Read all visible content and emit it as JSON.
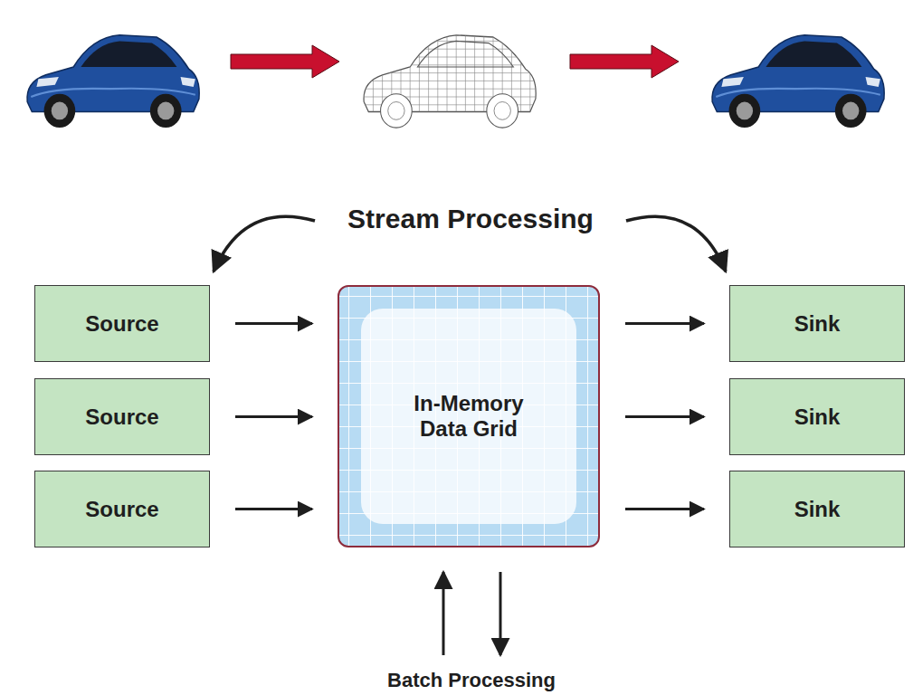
{
  "diagram": {
    "nodes": [
      {
        "text": [
          "Source"
        ]
      },
      {
        "text": [
          "Source"
        ]
      },
      {
        "text": [
          "Source"
        ]
      },
      {
        "text": [
          "In-Memory Data Grid"
        ]
      },
      {
        "text": [
          "Sink"
        ]
      },
      {
        "text": [
          "Sink"
        ]
      },
      {
        "text": [
          "Sink"
        ]
      }
    ],
    "edges": [
      {
        "from": 0,
        "to": 3,
        "arrow": "to"
      },
      {
        "from": 1,
        "to": 3,
        "arrow": "to"
      },
      {
        "from": 2,
        "to": 3,
        "arrow": "to"
      },
      {
        "from": 3,
        "to": 4,
        "arrow": "to"
      },
      {
        "from": 3,
        "to": 5,
        "arrow": "to"
      },
      {
        "from": 3,
        "to": 6,
        "arrow": "to"
      }
    ],
    "labels": [
      "Stream Processing",
      "Batch Processing"
    ]
  }
}
